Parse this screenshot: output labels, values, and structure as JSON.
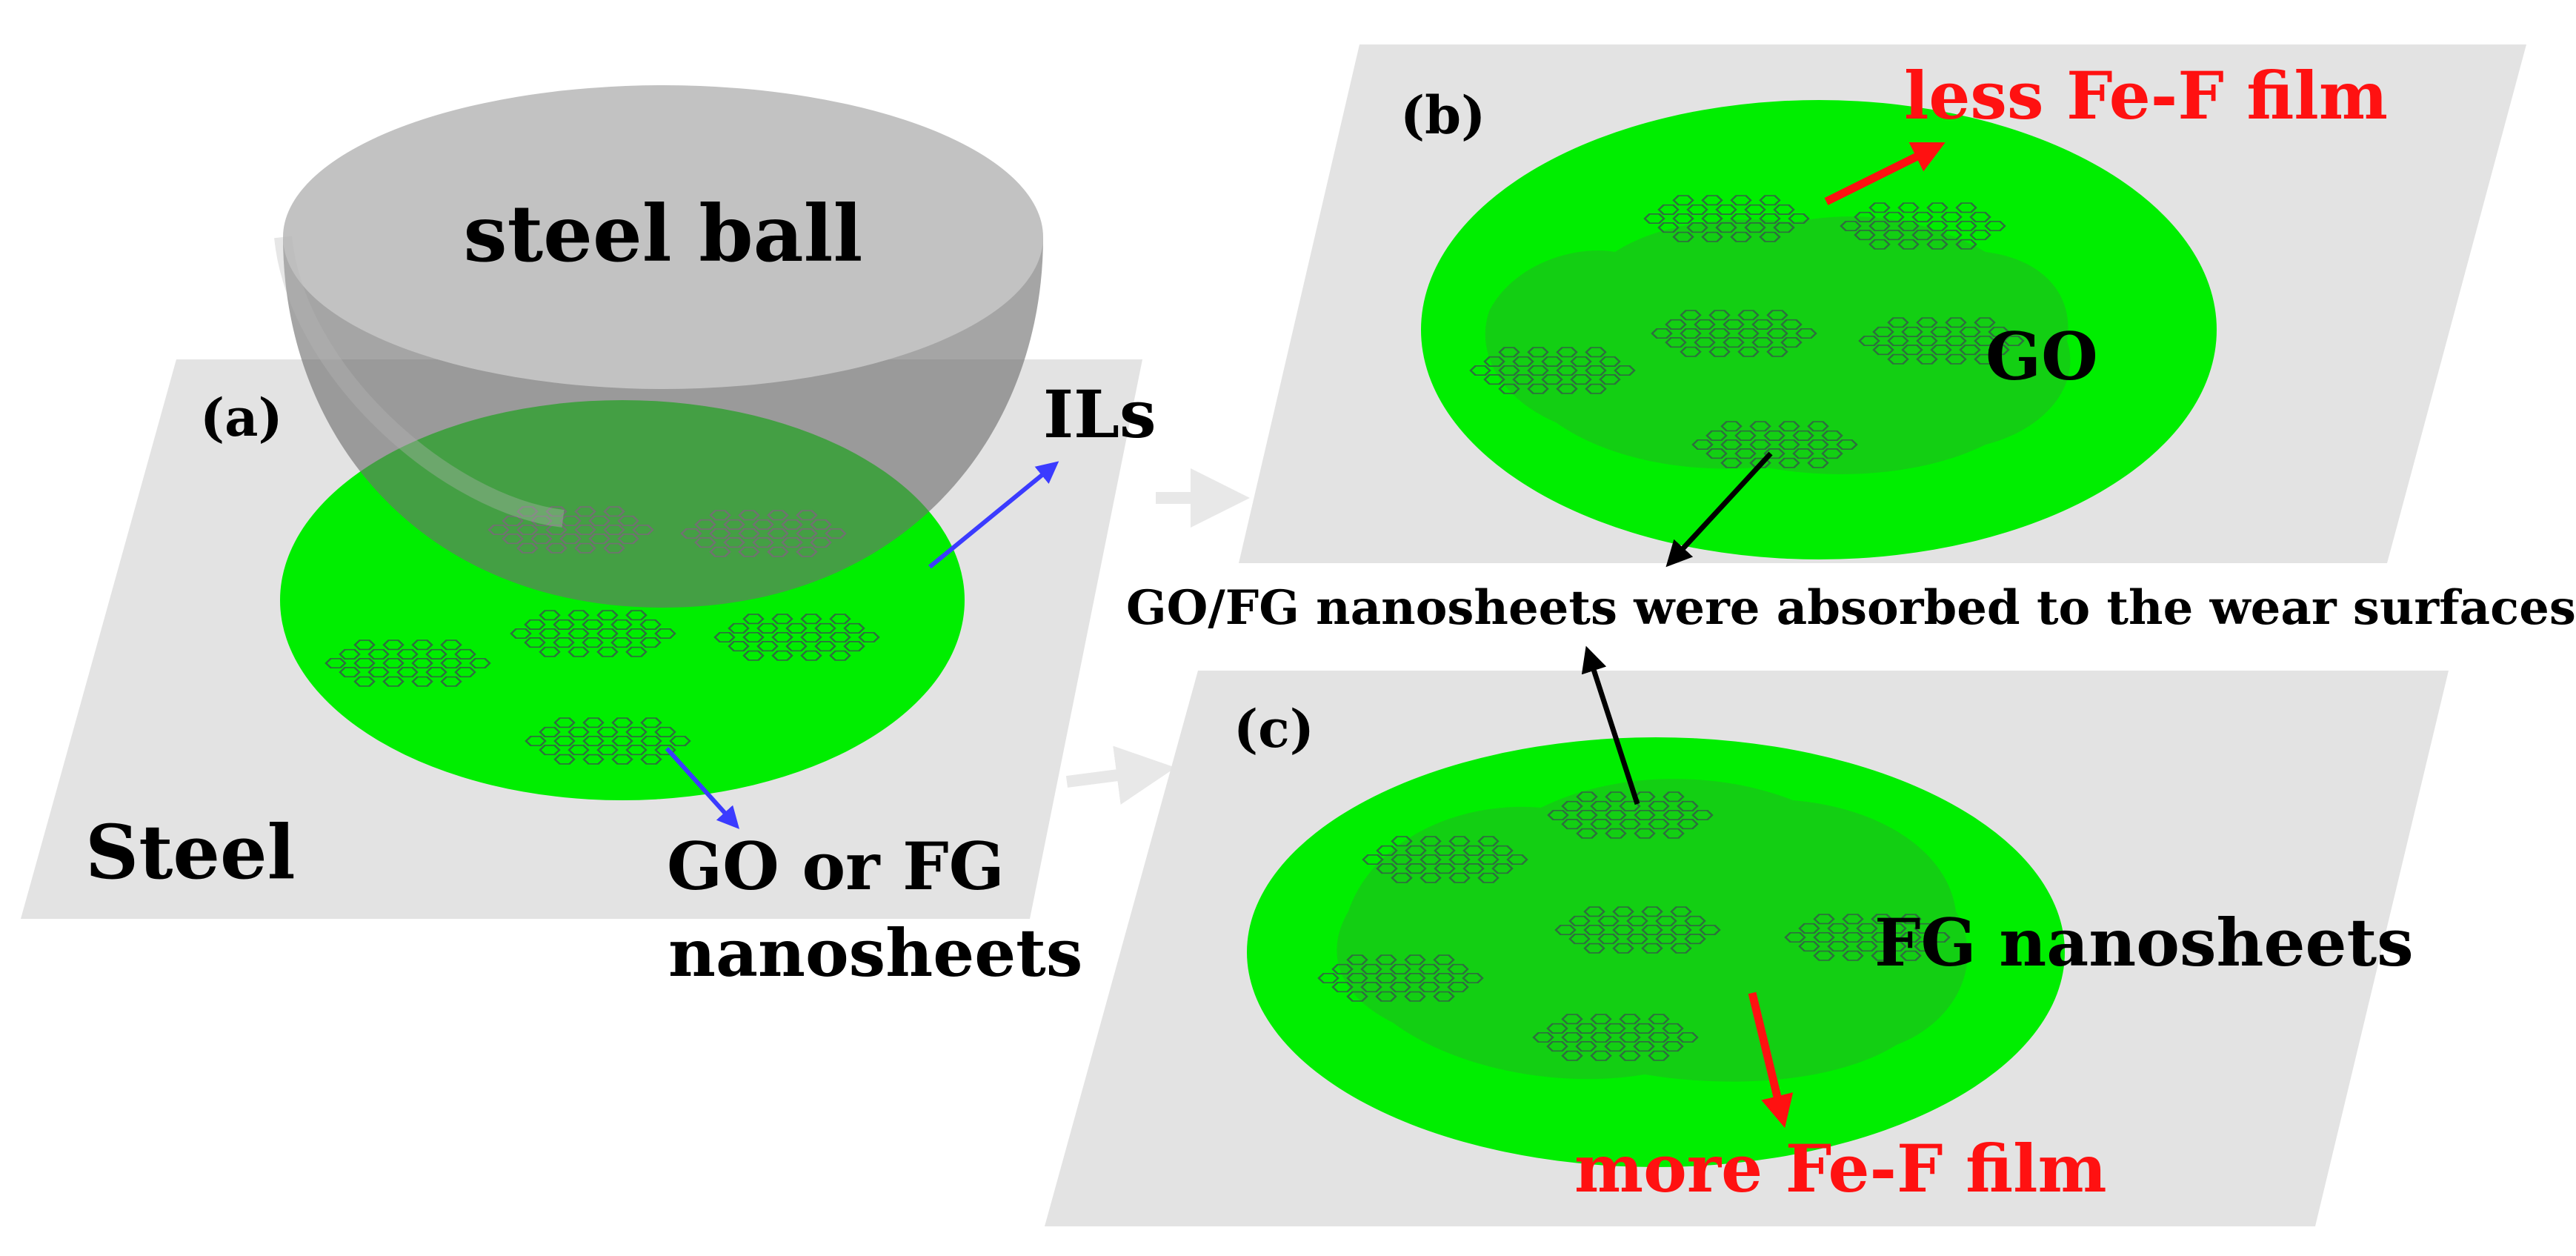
{
  "colors": {
    "plate": "#e3e3e3",
    "lubricant": "#00ee00",
    "lubricant_dark": "#22b622",
    "steel_ball": "#9a9a9a",
    "steel_ball_top": "#c2c2c2",
    "flow_arrow": "#e8e8e8",
    "blue_arrow": "#3b3bff",
    "red": "#ff1111",
    "black": "#000000"
  },
  "panel_a": {
    "label": "(a)",
    "ball_label": "steel ball",
    "substrate_label": "Steel",
    "lubricant_label": "ILs",
    "additive_label_line1": "GO or FG",
    "additive_label_line2": "nanosheets",
    "icons": {
      "ball": "hemisphere-icon",
      "sheet": "hexagon-lattice-icon"
    }
  },
  "panel_b": {
    "label": "(b)",
    "additive_label": "GO",
    "film_label": "less Fe-F film"
  },
  "panel_c": {
    "label": "(c)",
    "additive_label": "FG nanosheets",
    "film_label": "more Fe-F film"
  },
  "shared_caption": "GO/FG nanosheets were absorbed to the wear surfaces"
}
